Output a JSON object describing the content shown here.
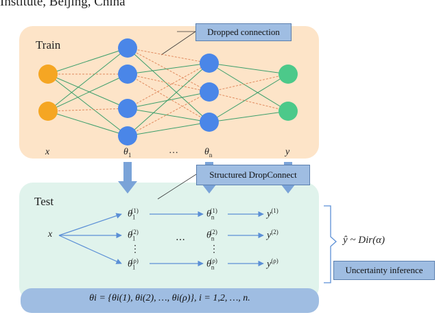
{
  "header_fragment": "Institute, Beijing, China",
  "train": {
    "title": "Train",
    "callout": "Dropped connection",
    "labels": {
      "x": "x",
      "theta1": "θ",
      "theta1_sub": "1",
      "ellipsis": "…",
      "thetan": "θ",
      "thetan_sub": "n",
      "y": "y"
    }
  },
  "test": {
    "title": "Test",
    "callout": "Structured DropConnect",
    "input": "x",
    "row1": {
      "t1": "θ",
      "t1_sub": "1",
      "t1_sup": "(1)",
      "tn": "θ",
      "tn_sub": "n",
      "tn_sup": "(1)",
      "y": "y",
      "y_sup": "(1)"
    },
    "row2": {
      "t1": "θ",
      "t1_sub": "1",
      "t1_sup": "(2)",
      "dots": "…",
      "tn": "θ",
      "tn_sub": "n",
      "tn_sup": "(2)",
      "y": "y",
      "y_sup": "(2)"
    },
    "rowp": {
      "t1": "θ",
      "t1_sub": "1",
      "t1_sup": "(ρ)",
      "tn": "θ",
      "tn_sub": "n",
      "tn_sup": "(ρ)",
      "y": "y",
      "y_sup": "(ρ)"
    },
    "vdots": "⋮"
  },
  "output": {
    "formula": "ŷ ~ Dir(α)",
    "callout": "Uncertainty inference"
  },
  "bottom_formula": "θi = {θi(1), θi(2), …, θi(ρ)},  i = 1,2, …, n.",
  "colors": {
    "input_node": "#f5a623",
    "hidden_node": "#4a86e8",
    "output_node": "#4cc98a",
    "solid_edge": "#3a9e6a",
    "dropped_edge": "#e08a5e",
    "arrow": "#5b8fd6"
  }
}
